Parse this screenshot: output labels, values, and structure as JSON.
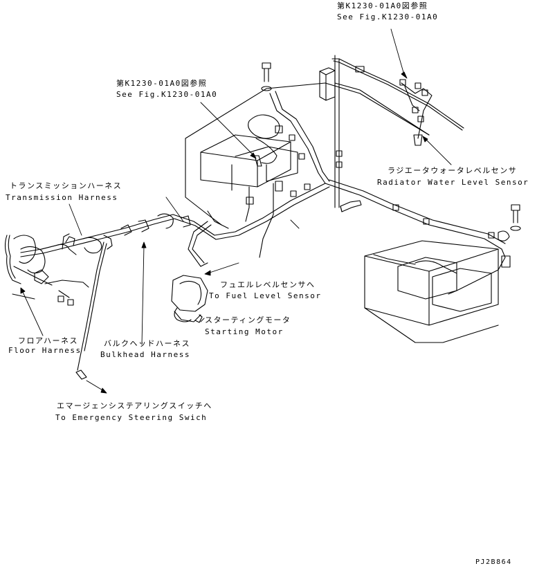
{
  "labels": {
    "ref_top_jp": "第K1230-01A0図参照",
    "ref_top_en": "See Fig.K1230-01A0",
    "ref_mid_jp": "第K1230-01A0図参照",
    "ref_mid_en": "See Fig.K1230-01A0",
    "radiator_jp": "ラジエータウォータレベルセンサ",
    "radiator_en": "Radiator Water Level Sensor",
    "transmission_jp": "トランスミッションハーネス",
    "transmission_en": "Transmission Harness",
    "fuel_jp": "フュエルレベルセンサへ",
    "fuel_en": "To Fuel Level Sensor",
    "starting_jp": "スターティングモータ",
    "starting_en": "Starting Motor",
    "floor_jp": "フロアハーネス",
    "floor_en": "Floor Harness",
    "bulkhead_jp": "バルクヘッドハーネス",
    "bulkhead_en": "Bulkhead Harness",
    "emergency_jp": "エマージェンシステアリングスイッチへ",
    "emergency_en": "To Emergency Steering Swich",
    "drawing_code": "PJ2B864"
  }
}
